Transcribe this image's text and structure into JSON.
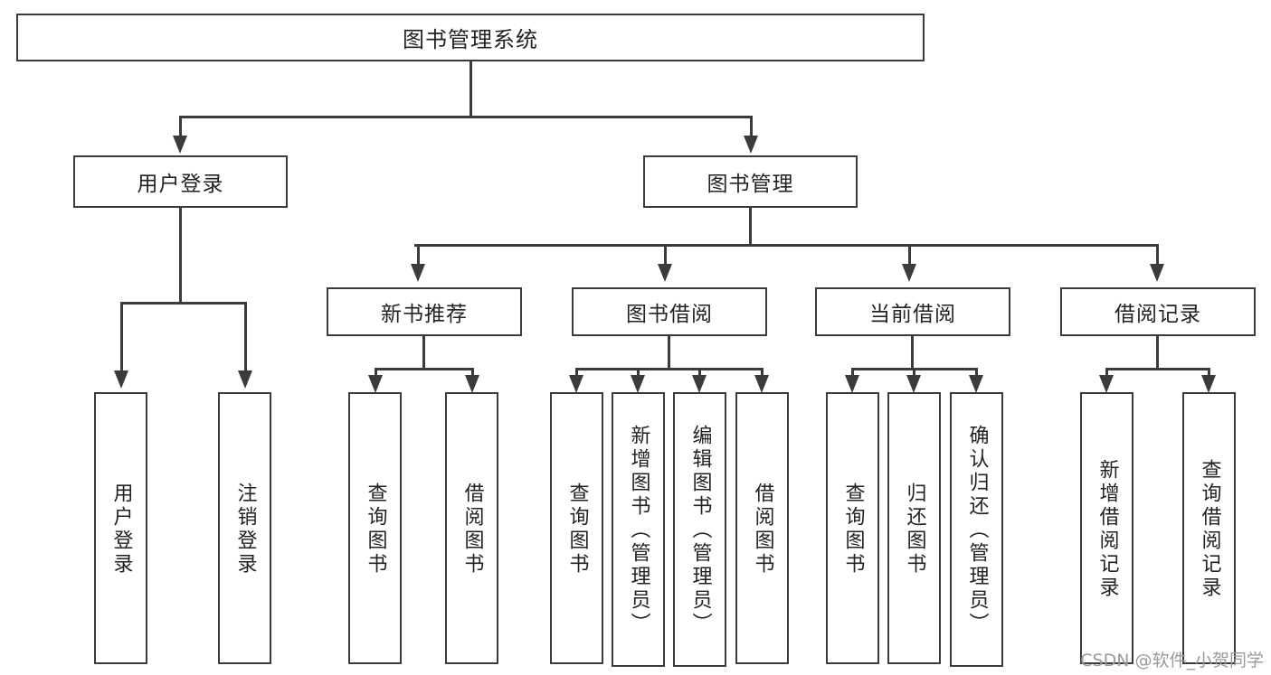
{
  "diagram": {
    "title": "图书管理系统",
    "type": "tree-hierarchy-diagram",
    "root": {
      "label": "图书管理系统"
    },
    "level2": [
      {
        "label": "用户登录"
      },
      {
        "label": "图书管理"
      }
    ],
    "level3": [
      {
        "label": "新书推荐"
      },
      {
        "label": "图书借阅"
      },
      {
        "label": "当前借阅"
      },
      {
        "label": "借阅记录"
      }
    ],
    "leaves": {
      "user_login": [
        {
          "label": "用户登录"
        },
        {
          "label": "注销登录"
        }
      ],
      "new_book_recommend": [
        {
          "label": "查询图书"
        },
        {
          "label": "借阅图书"
        }
      ],
      "book_borrow": [
        {
          "label": "查询图书"
        },
        {
          "label": "新增图书（管理员）"
        },
        {
          "label": "编辑图书（管理员）"
        },
        {
          "label": "借阅图书"
        }
      ],
      "current_borrow": [
        {
          "label": "查询图书"
        },
        {
          "label": "归还图书"
        },
        {
          "label": "确认归还（管理员）"
        }
      ],
      "borrow_record": [
        {
          "label": "新增借阅记录"
        },
        {
          "label": "查询借阅记录"
        }
      ]
    }
  },
  "watermark": {
    "text": "CSDN @软件_小贺同学"
  },
  "colors": {
    "stroke": "#3b3b3b",
    "text": "#222222",
    "background": "#ffffff",
    "watermark": "#9a9a9a"
  }
}
